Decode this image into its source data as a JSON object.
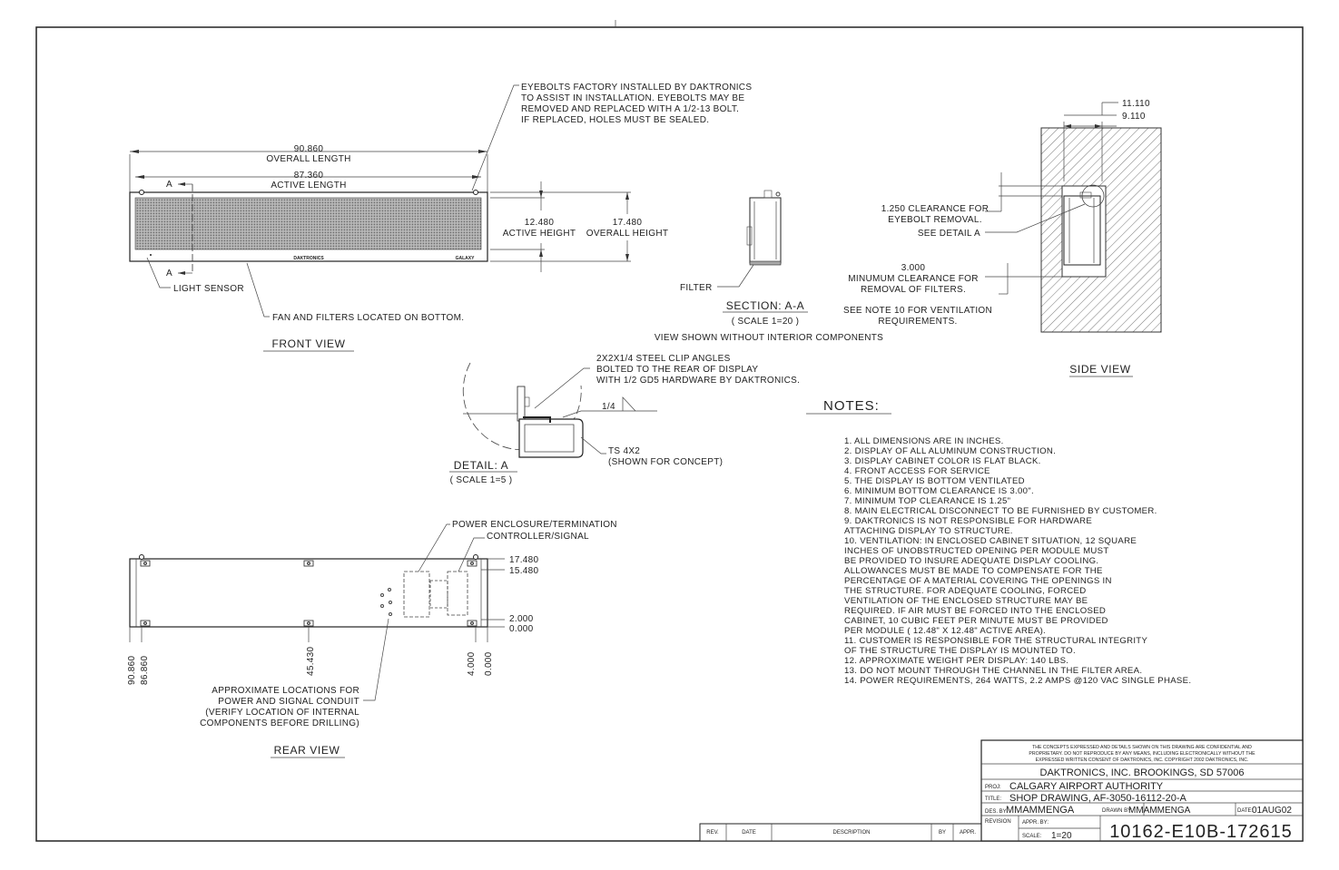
{
  "front_view": {
    "title": "FRONT VIEW",
    "overall_length_value": "90.860",
    "overall_length_label": "OVERALL LENGTH",
    "active_length_value": "87.360",
    "active_length_label": "ACTIVE LENGTH",
    "active_height_value": "12.480",
    "active_height_label": "ACTIVE HEIGHT",
    "overall_height_value": "17.480",
    "overall_height_label": "OVERALL HEIGHT",
    "section_mark_a": "A",
    "brand_left": "DAKTRONICS",
    "brand_right": "GALAXY",
    "light_sensor": "LIGHT SENSOR",
    "fan_note": "FAN AND FILTERS LOCATED ON BOTTOM.",
    "eyebolt_note": [
      "EYEBOLTS FACTORY INSTALLED BY DAKTRONICS",
      "TO ASSIST IN INSTALLATION. EYEBOLTS MAY BE",
      "REMOVED AND REPLACED WITH A 1/2-13 BOLT.",
      "IF REPLACED, HOLES MUST BE SEALED."
    ]
  },
  "section_view": {
    "filter_label": "FILTER",
    "title": "SECTION: A-A",
    "scale": "( SCALE 1=20 )",
    "view_note": "VIEW SHOWN WITHOUT INTERIOR COMPONENTS"
  },
  "side_view": {
    "title": "SIDE VIEW",
    "dim_outer": "11.110",
    "dim_inner": "9.110",
    "clearance_eyebolt": [
      "1.250 CLEARANCE FOR",
      "EYEBOLT REMOVAL."
    ],
    "see_detail": "SEE DETAIL A",
    "clearance_filters": [
      "3.000",
      "MINUMUM CLEARANCE FOR",
      "REMOVAL OF FILTERS."
    ],
    "vent_note": [
      "SEE NOTE 10 FOR VENTILATION",
      "REQUIREMENTS."
    ]
  },
  "detail_view": {
    "clip_note": [
      "2X2X1/4 STEEL CLIP ANGLES",
      "BOLTED TO THE REAR OF DISPLAY",
      "WITH 1/2 GD5 HARDWARE BY DAKTRONICS."
    ],
    "weld": "1/4",
    "ts_note": [
      "TS 4X2",
      "(SHOWN FOR CONCEPT)"
    ],
    "title": "DETAIL: A",
    "scale": "( SCALE 1=5 )"
  },
  "notes": {
    "heading": "NOTES:",
    "lines": [
      "1.   ALL DIMENSIONS ARE IN INCHES.",
      "2.   DISPLAY OF ALL ALUMINUM CONSTRUCTION.",
      "3.   DISPLAY CABINET COLOR IS FLAT BLACK.",
      "4.   FRONT ACCESS FOR SERVICE",
      "5.   THE DISPLAY IS BOTTOM VENTILATED",
      "6.   MINIMUM BOTTOM CLEARANCE IS 3.00\".",
      "7.   MINIMUM TOP CLEARANCE IS 1.25\"",
      "8.   MAIN ELECTRICAL DISCONNECT TO BE FURNISHED BY CUSTOMER.",
      "9.   DAKTRONICS IS NOT RESPONSIBLE FOR HARDWARE",
      "       ATTACHING DISPLAY TO STRUCTURE.",
      "10. VENTILATION: IN ENCLOSED CABINET SITUATION, 12 SQUARE",
      "       INCHES OF UNOBSTRUCTED OPENING PER MODULE MUST",
      "       BE PROVIDED TO INSURE ADEQUATE DISPLAY COOLING.",
      "       ALLOWANCES MUST BE MADE TO COMPENSATE FOR THE",
      "       PERCENTAGE OF A MATERIAL COVERING THE OPENINGS IN",
      "       THE STRUCTURE.  FOR ADEQUATE COOLING, FORCED",
      "       VENTILATION OF THE ENCLOSED STRUCTURE MAY BE",
      "       REQUIRED.  IF AIR MUST BE FORCED INTO THE ENCLOSED",
      "       CABINET, 10 CUBIC FEET PER MINUTE MUST BE PROVIDED",
      "       PER MODULE ( 12.48\" X 12.48\" ACTIVE AREA).",
      "11. CUSTOMER IS RESPONSIBLE FOR THE STRUCTURAL INTEGRITY",
      "       OF THE STRUCTURE THE DISPLAY IS MOUNTED TO.",
      "12. APPROXIMATE WEIGHT PER DISPLAY: 140 LBS.",
      "13. DO NOT MOUNT THROUGH THE CHANNEL IN THE FILTER AREA.",
      "14. POWER REQUIREMENTS, 264 WATTS, 2.2 AMPS @120 VAC SINGLE PHASE."
    ]
  },
  "rear_view": {
    "title": "REAR VIEW",
    "power_label": "POWER ENCLOSURE/TERMINATION",
    "controller_label": "CONTROLLER/SIGNAL",
    "dims_right": [
      "17.480",
      "15.480",
      "2.000",
      "0.000"
    ],
    "dims_bottom": [
      "90.860",
      "86.860",
      "45.430",
      "4.000",
      "0.000"
    ],
    "conduit_note": [
      "APPROXIMATE LOCATIONS FOR",
      "POWER AND SIGNAL CONDUIT",
      "(VERIFY LOCATION OF INTERNAL",
      "COMPONENTS BEFORE DRILLING)"
    ]
  },
  "revision_block": {
    "rev": "REV.",
    "date": "DATE",
    "description": "DESCRIPTION",
    "by": "BY",
    "appr": "APPR."
  },
  "title_block": {
    "disclaimer": [
      "THE CONCEPTS  EXPRESSED  AND  DETAILS SHOWN ON THIS DRAWING ARE CONFIDENTIAL AND",
      "PROPRIETARY.  DO NOT REPRODUCE BY ANY MEANS, INCLUDING ELECTRONICALLY WITHOUT THE",
      "EXPRESSED WRITTEN CONSENT OF DAKTRONICS, INC.          COPYRIGHT 2002 DAKTRONICS, INC."
    ],
    "company": "DAKTRONICS,  INC.   BROOKINGS, SD  57006",
    "proj_label": "PROJ:",
    "proj": "CALGARY AIRPORT AUTHORITY",
    "title_label": "TITLE:",
    "title": "SHOP DRAWING, AF-3050-16112-20-A",
    "des_label": "DES. BY:",
    "des": "MMAMMENGA",
    "drawn_label": "DRAWN BY:",
    "drawn": "MMAMMENGA",
    "date_label": "DATE:",
    "date": "01AUG02",
    "revision_label": "REVISION",
    "appr_label": "APPR. BY:",
    "scale_label": "SCALE:",
    "scale": "1=20",
    "drawing_number": "10162-E10B-172615"
  }
}
